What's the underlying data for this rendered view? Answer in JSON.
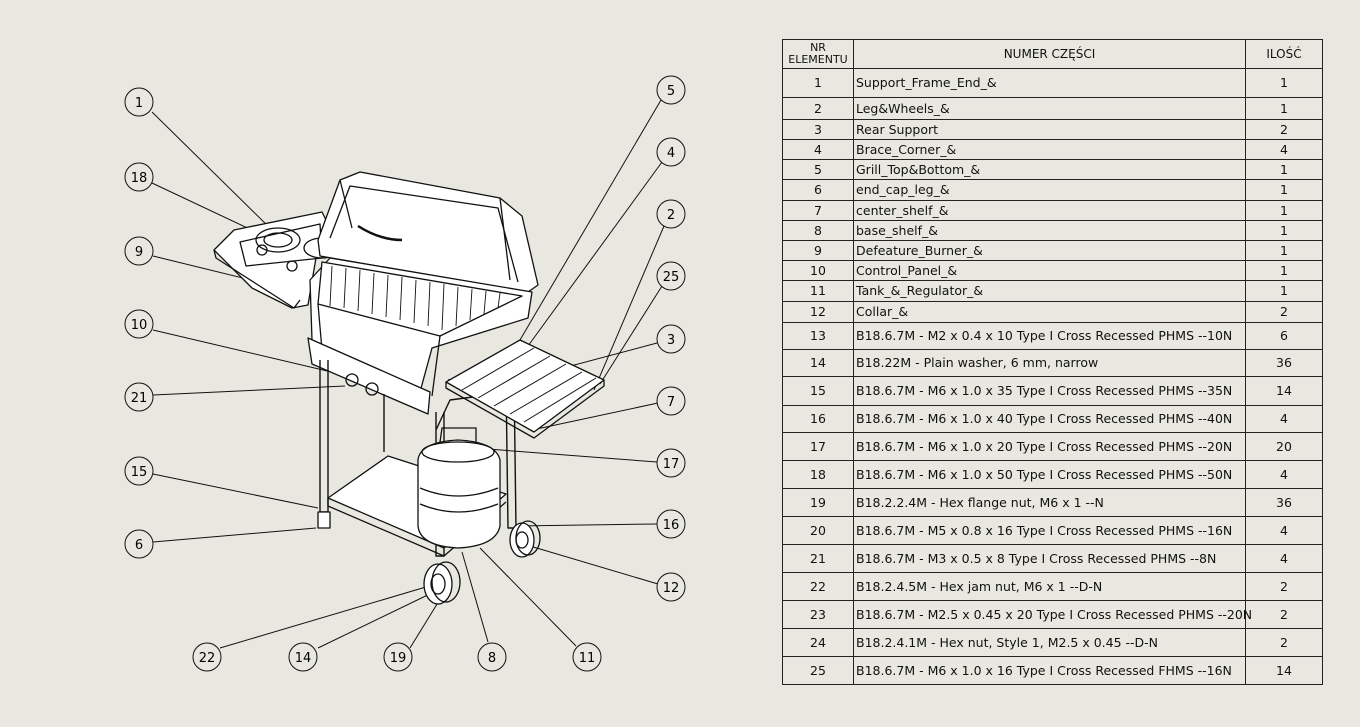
{
  "bom": {
    "headers": {
      "nr": "NR ELEMENTU",
      "part": "NUMER CZĘŚCI",
      "qty": "ILOŚĆ"
    },
    "rows": [
      {
        "nr": "1",
        "part": "Support_Frame_End_&",
        "qty": "1"
      },
      {
        "nr": "2",
        "part": "Leg&Wheels_&",
        "qty": "1"
      },
      {
        "nr": "3",
        "part": "Rear Support",
        "qty": "2"
      },
      {
        "nr": "4",
        "part": "Brace_Corner_&",
        "qty": "4"
      },
      {
        "nr": "5",
        "part": "Grill_Top&Bottom_&",
        "qty": "1"
      },
      {
        "nr": "6",
        "part": "end_cap_leg_&",
        "qty": "1"
      },
      {
        "nr": "7",
        "part": "center_shelf_&",
        "qty": "1"
      },
      {
        "nr": "8",
        "part": "base_shelf_&",
        "qty": "1"
      },
      {
        "nr": "9",
        "part": "Defeature_Burner_&",
        "qty": "1"
      },
      {
        "nr": "10",
        "part": "Control_Panel_&",
        "qty": "1"
      },
      {
        "nr": "11",
        "part": "Tank_&_Regulator_&",
        "qty": "1"
      },
      {
        "nr": "12",
        "part": "Collar_&",
        "qty": "2"
      },
      {
        "nr": "13",
        "part": "B18.6.7M - M2 x 0.4 x 10 Type I Cross Recessed PHMS --10N",
        "qty": "6"
      },
      {
        "nr": "14",
        "part": "B18.22M - Plain washer, 6 mm, narrow",
        "qty": "36"
      },
      {
        "nr": "15",
        "part": "B18.6.7M - M6 x 1.0 x 35 Type I Cross Recessed PHMS --35N",
        "qty": "14"
      },
      {
        "nr": "16",
        "part": "B18.6.7M - M6 x 1.0 x 40 Type I Cross Recessed PHMS --40N",
        "qty": "4"
      },
      {
        "nr": "17",
        "part": "B18.6.7M - M6 x 1.0 x 20 Type I Cross Recessed PHMS --20N",
        "qty": "20"
      },
      {
        "nr": "18",
        "part": "B18.6.7M - M6 x 1.0 x 50 Type I Cross Recessed PHMS --50N",
        "qty": "4"
      },
      {
        "nr": "19",
        "part": "B18.2.2.4M - Hex flange nut, M6 x 1 --N",
        "qty": "36"
      },
      {
        "nr": "20",
        "part": "B18.6.7M - M5 x 0.8 x 16 Type I Cross Recessed PHMS --16N",
        "qty": "4"
      },
      {
        "nr": "21",
        "part": "B18.6.7M - M3 x 0.5 x 8 Type I Cross Recessed PHMS --8N",
        "qty": "4"
      },
      {
        "nr": "22",
        "part": "B18.2.4.5M - Hex jam nut,  M6 x 1 --D-N",
        "qty": "2"
      },
      {
        "nr": "23",
        "part": "B18.6.7M - M2.5 x 0.45 x 20 Type I Cross Recessed PHMS --20N",
        "qty": "2"
      },
      {
        "nr": "24",
        "part": "B18.2.4.1M - Hex nut, Style 1,  M2.5 x 0.45 --D-N",
        "qty": "2"
      },
      {
        "nr": "25",
        "part": "B18.6.7M - M6 x 1.0 x 16 Type I Cross Recessed FHMS --16N",
        "qty": "14"
      }
    ]
  },
  "balloons": {
    "b1": "1",
    "b18": "18",
    "b9": "9",
    "b10": "10",
    "b21": "21",
    "b15": "15",
    "b6": "6",
    "b5": "5",
    "b4": "4",
    "b2": "2",
    "b25": "25",
    "b3": "3",
    "b7": "7",
    "b17": "17",
    "b16": "16",
    "b12": "12",
    "b22": "22",
    "b14": "14",
    "b19": "19",
    "b8": "8",
    "b11": "11"
  },
  "colors": {
    "background": "#e9e8e0",
    "line": "#111111",
    "fill": "#ffffff"
  }
}
